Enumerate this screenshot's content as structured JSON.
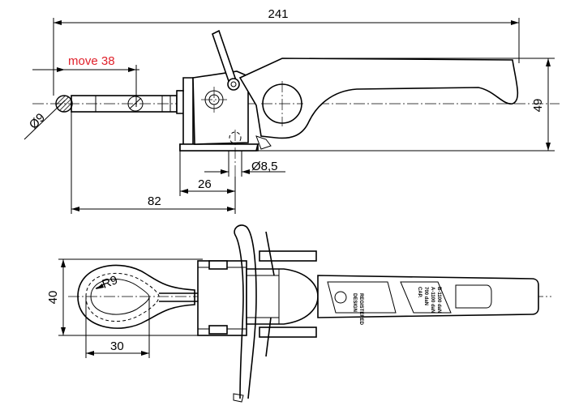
{
  "dimensions": {
    "overall_length": "241",
    "move": "move 38",
    "height": "49",
    "eye_diameter": "Ø9",
    "pin_diameter": "Ø8,5",
    "base_offset": "26",
    "eye_offset": "82",
    "width": "40",
    "eye_radius": "R9",
    "eye_width": "30"
  },
  "handle_labels": {
    "design_line1": "DESIGN",
    "design_line2": "REGISTERED",
    "cap_line1": "CAP.",
    "cap_line2": "700 daN",
    "cap_line3": "A-1100 daN",
    "cap_line4": "B-1100 daN"
  },
  "colors": {
    "line": "#000000",
    "highlight": "#e0202a",
    "background": "#ffffff"
  }
}
